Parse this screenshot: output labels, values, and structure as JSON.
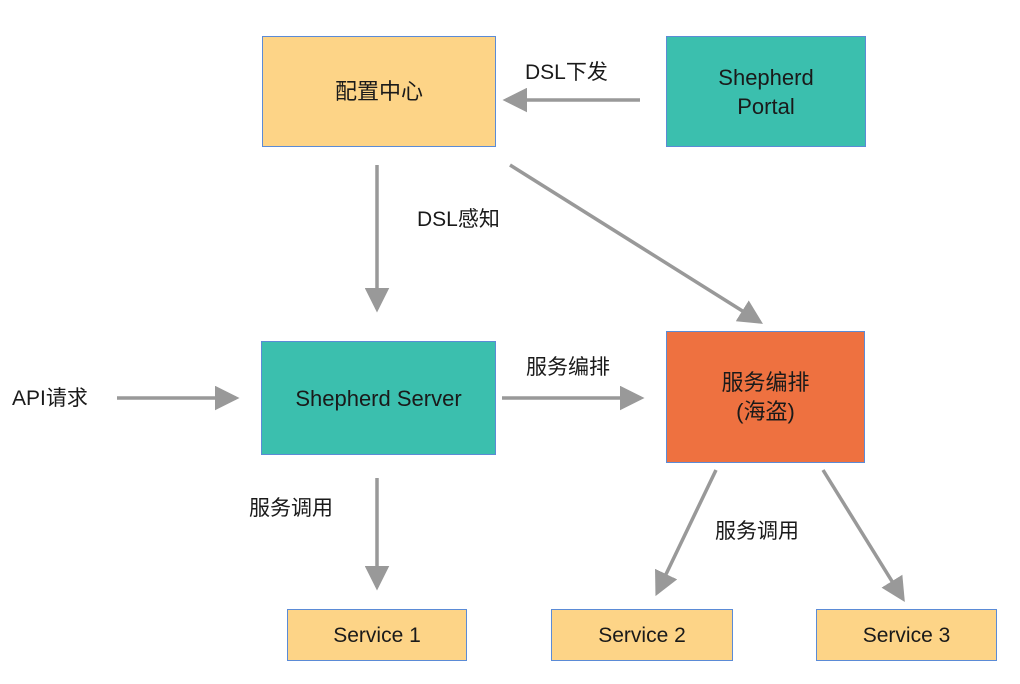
{
  "nodes": {
    "config_center": {
      "label": "配置中心"
    },
    "shepherd_portal": {
      "line1": "Shepherd",
      "line2": "Portal"
    },
    "shepherd_server": {
      "label": "Shepherd Server"
    },
    "orchestration": {
      "line1": "服务编排",
      "line2": "(海盗)"
    },
    "service1": {
      "label": "Service 1"
    },
    "service2": {
      "label": "Service 2"
    },
    "service3": {
      "label": "Service 3"
    }
  },
  "edges": {
    "dsl_push": "DSL下发",
    "dsl_sense": "DSL感知",
    "api_request": "API请求",
    "orchestrate": "服务编排",
    "invoke_left": "服务调用",
    "invoke_right": "服务调用"
  },
  "colors": {
    "node_yellow": "#fdd487",
    "node_teal": "#3bbfae",
    "node_orange": "#ee7140",
    "node_border": "#5b8bd6",
    "arrow": "#999999"
  }
}
